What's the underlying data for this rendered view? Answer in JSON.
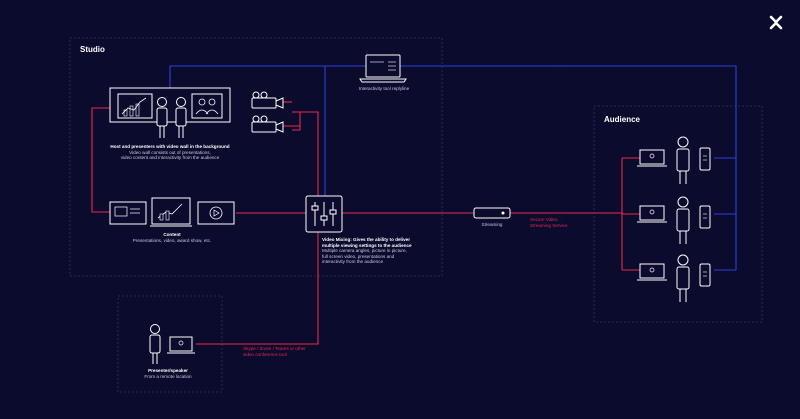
{
  "colors": {
    "background": "#0b0b2e",
    "red_line": "#e8294a",
    "blue_line": "#2f3fd6",
    "outline": "#ffffff",
    "dashed_box": "#3a3a66"
  },
  "logo": {
    "icon": "x-logo-icon"
  },
  "studio": {
    "title": "Studio"
  },
  "audience": {
    "title": "Audience"
  },
  "interactivity_tool": {
    "label": "Interactivity tool replyline"
  },
  "host": {
    "title": "Host and presenters with video wall in the background",
    "lines": [
      "Video wall consists out of presentations,",
      "video content and interactivity from the audience"
    ]
  },
  "content": {
    "title": "Content",
    "lines": [
      "Presentations, video, award show, etc."
    ]
  },
  "mixing": {
    "title_lines": [
      "Video Mixing: Gives the ability to deliver",
      "multiple viewing settings to the audience"
    ],
    "lines": [
      "Multiple camera angles, picture in picture,",
      "full screen video, presentations and",
      "interactivity from the audience"
    ]
  },
  "streaming": {
    "label": "Streaming"
  },
  "streaming_service": {
    "lines": [
      "Secure Video",
      "Streaming Service"
    ]
  },
  "remote": {
    "lines": [
      "Skype / Zoom / Teams or other",
      "video conference tool"
    ]
  },
  "presenter": {
    "title": "Presenter/speaker",
    "lines": [
      "From a remote location"
    ]
  }
}
